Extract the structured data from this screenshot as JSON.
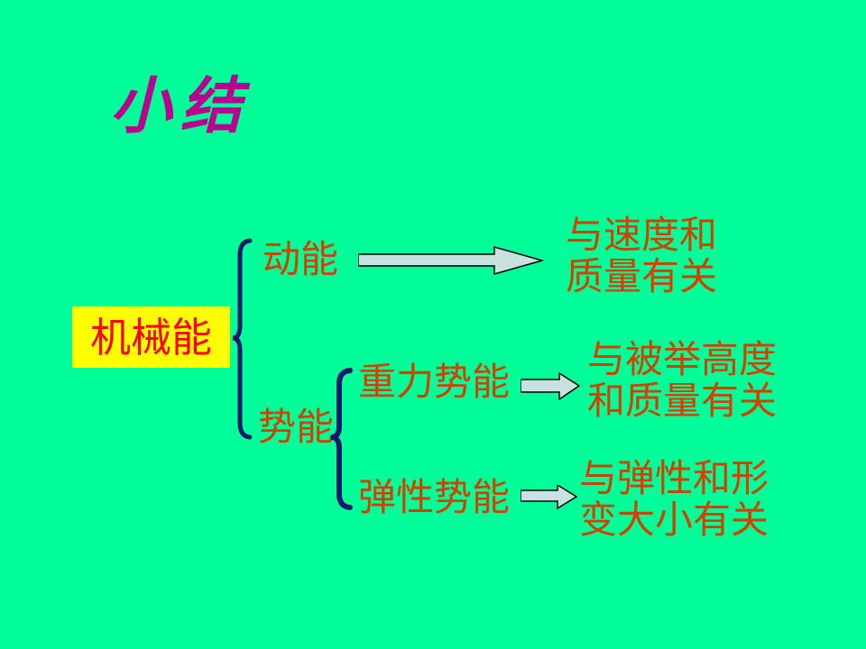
{
  "title": "小结",
  "colors": {
    "background": "#00FF99",
    "title_text": "#BB0090",
    "root_background": "#FFFF00",
    "root_text": "#FF0000",
    "node_text": "#D54000",
    "brace_stroke": "#10186B",
    "arrow_fill": "#C8E2E2",
    "arrow_outline": "#000000"
  },
  "icons": {
    "brace": "curly-brace-icon",
    "arrow": "right-block-arrow-icon"
  },
  "tree": {
    "root": "机械能",
    "kinetic": {
      "label": "动能",
      "result_line1": "与速度和",
      "result_line2": "质量有关"
    },
    "potential": {
      "label": "势能"
    },
    "gravity": {
      "label": "重力势能",
      "result_line1": "与被举高度",
      "result_line2": "和质量有关"
    },
    "elastic": {
      "label": "弹性势能",
      "result_line1": "与弹性和形",
      "result_line2": "变大小有关"
    }
  }
}
